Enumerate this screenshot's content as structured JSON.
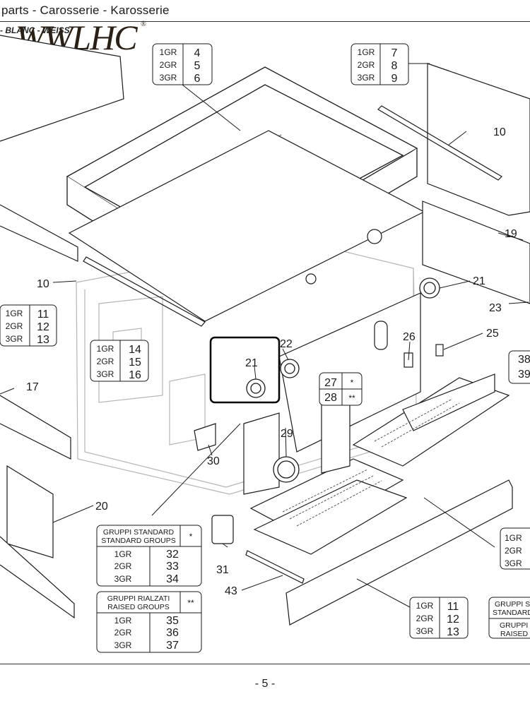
{
  "header": {
    "title": "parts  -  Carosserie  -  Karosserie"
  },
  "subheader": {
    "text": "-  BLANC - WEISS"
  },
  "logo": {
    "text": "WWLHC",
    "mark": "®"
  },
  "tables": {
    "t1": {
      "rows": [
        {
          "g": "1GR",
          "n": "4"
        },
        {
          "g": "2GR",
          "n": "5"
        },
        {
          "g": "3GR",
          "n": "6"
        }
      ]
    },
    "t2": {
      "rows": [
        {
          "g": "1GR",
          "n": "7"
        },
        {
          "g": "2GR",
          "n": "8"
        },
        {
          "g": "3GR",
          "n": "9"
        }
      ]
    },
    "t3": {
      "rows": [
        {
          "g": "1GR",
          "n": "11"
        },
        {
          "g": "2GR",
          "n": "12"
        },
        {
          "g": "3GR",
          "n": "13"
        }
      ]
    },
    "t4": {
      "rows": [
        {
          "g": "1GR",
          "n": "14"
        },
        {
          "g": "2GR",
          "n": "15"
        },
        {
          "g": "3GR",
          "n": "16"
        }
      ]
    },
    "t5": {
      "rows": [
        {
          "g": "1GR",
          "n": "11"
        },
        {
          "g": "2GR",
          "n": "12"
        },
        {
          "g": "3GR",
          "n": "13"
        }
      ]
    },
    "t6": {
      "rows": [
        {
          "g": "1GR"
        },
        {
          "g": "2GR"
        },
        {
          "g": "3GR"
        }
      ]
    },
    "t7": {
      "rows": [
        {
          "n": "38"
        },
        {
          "n": "39"
        }
      ]
    },
    "t8": {
      "rows": [
        {
          "n": "27",
          "m": "*"
        },
        {
          "n": "28",
          "m": "**"
        }
      ]
    },
    "std": {
      "line1": "GRUPPI STANDARD",
      "line2": "STANDARD GROUPS",
      "mark": "*",
      "rows": [
        {
          "g": "1GR",
          "n": "32"
        },
        {
          "g": "2GR",
          "n": "33"
        },
        {
          "g": "3GR",
          "n": "34"
        }
      ]
    },
    "rai": {
      "line1": "GRUPPI RIALZATI",
      "line2": "RAISED GROUPS",
      "mark": "**",
      "rows": [
        {
          "g": "1GR",
          "n": "35"
        },
        {
          "g": "2GR",
          "n": "36"
        },
        {
          "g": "3GR",
          "n": "37"
        }
      ]
    },
    "partial": {
      "l1": "GRUPPI S",
      "l2": "STANDARD",
      "l3": "GRUPPI",
      "l4": "RAISED"
    }
  },
  "callouts": {
    "c10a": "10",
    "c10b": "10",
    "c19": "19",
    "c21a": "21",
    "c21b": "21",
    "c22": "22",
    "c23": "23",
    "c25": "25",
    "c26": "26",
    "c29": "29",
    "c30": "30",
    "c17": "17",
    "c20": "20",
    "c31": "31",
    "c43": "43"
  },
  "footer": {
    "page": "- 5 -"
  },
  "colors": {
    "line": "#1a1a1a",
    "ghost": "#b5b5b5",
    "highlight": "#000000"
  }
}
